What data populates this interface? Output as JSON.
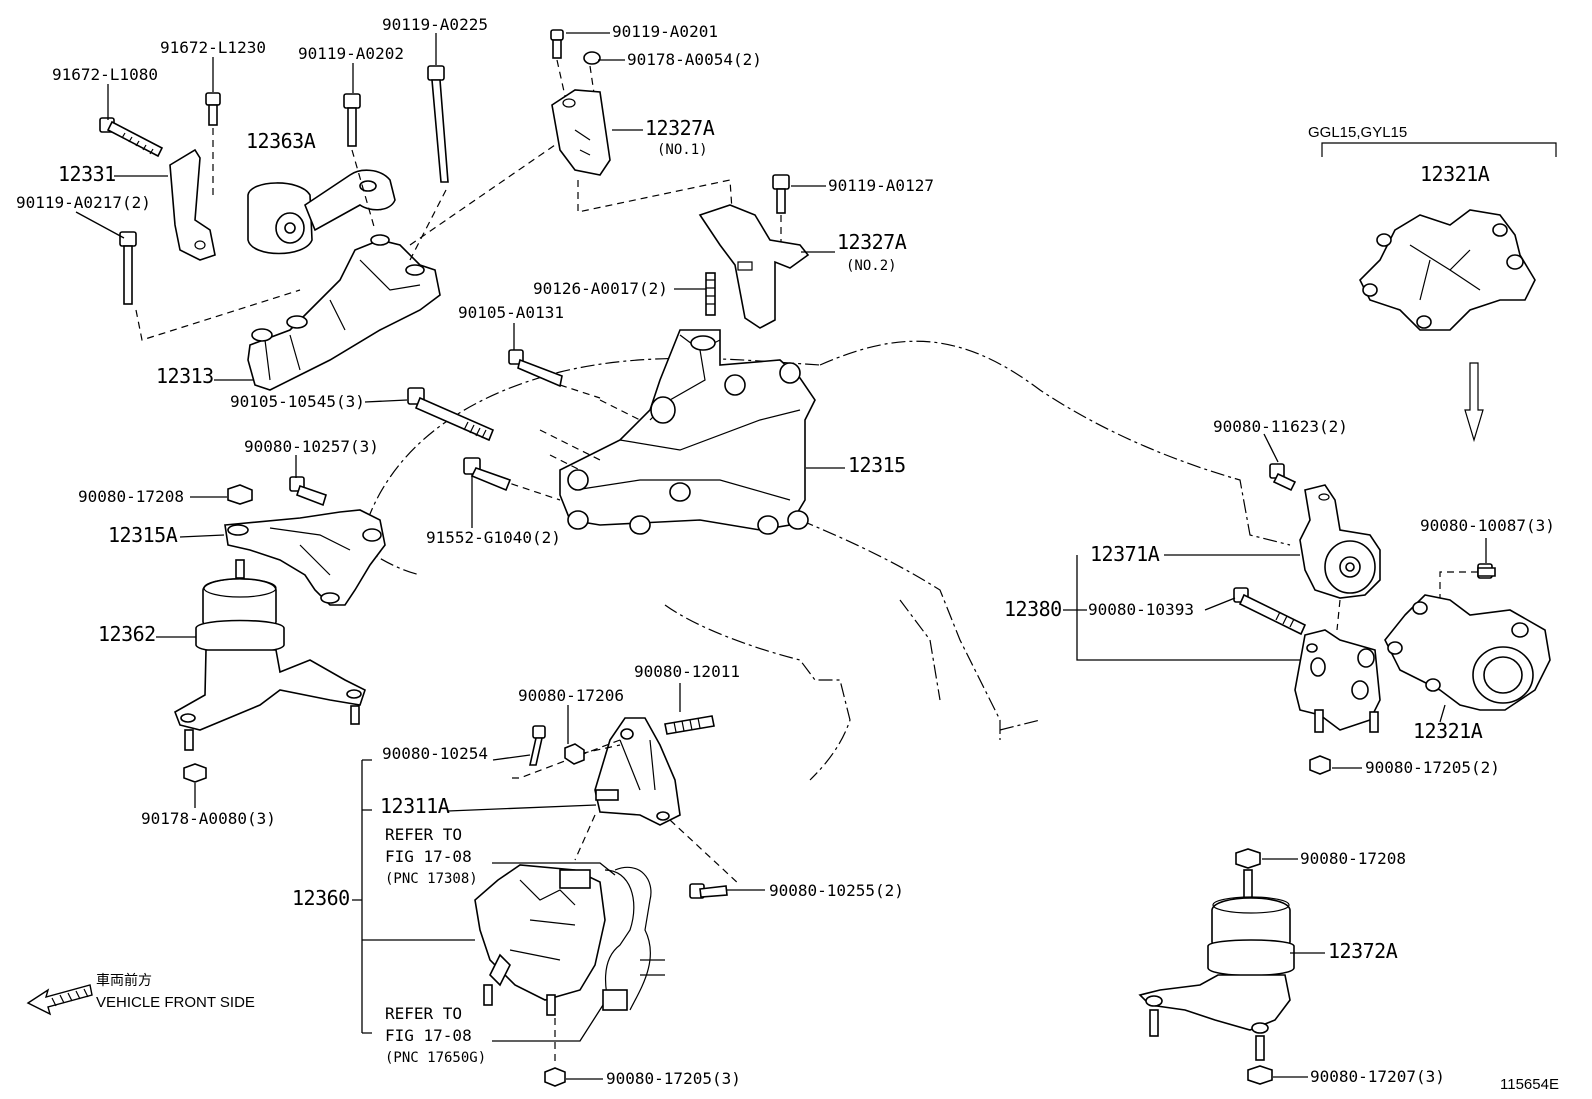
{
  "diagram": {
    "id_code": "115654E",
    "variant": "GGL15,GYL15",
    "front_side_jp": "車両前方",
    "front_side_en": "VEHICLE FRONT SIDE",
    "labels": {
      "p91672_L1080": "91672-L1080",
      "p91672_L1230": "91672-L1230",
      "p90119_A0202": "90119-A0202",
      "p90119_A0225": "90119-A0225",
      "p90119_A0201": "90119-A0201",
      "p90178_A0054": "90178-A0054(2)",
      "p12327A_1": "12327A",
      "p12327A_1_sub": "(NO.1)",
      "p12331": "12331",
      "p12363A": "12363A",
      "p90119_A0217": "90119-A0217(2)",
      "p90119_A0127": "90119-A0127",
      "p12327A_2": "12327A",
      "p12327A_2_sub": "(NO.2)",
      "p90126_A0017": "90126-A0017(2)",
      "p90105_A0131": "90105-A0131",
      "p12313": "12313",
      "p90105_10545": "90105-10545(3)",
      "p90080_10257": "90080-10257(3)",
      "p12315": "12315",
      "p90080_17208_a": "90080-17208",
      "p12315A": "12315A",
      "p91552_G1040": "91552-G1040(2)",
      "p12362": "12362",
      "p90178_A0080": "90178-A0080(3)",
      "p90080_12011": "90080-12011",
      "p90080_17206": "90080-17206",
      "p90080_10254": "90080-10254",
      "p12311A": "12311A",
      "p_refer1": "REFER TO",
      "p_fig1": "FIG 17-08",
      "p_pnc1": "(PNC 17308)",
      "p12360": "12360",
      "p90080_10255": "90080-10255(2)",
      "p_refer2": "REFER TO",
      "p_fig2": "FIG 17-08",
      "p_pnc2": "(PNC 17650G)",
      "p90080_17205_3": "90080-17205(3)",
      "p12321A_top": "12321A",
      "p90080_11623": "90080-11623(2)",
      "p90080_10087": "90080-10087(3)",
      "p12371A": "12371A",
      "p12380": "12380",
      "p90080_10393": "90080-10393",
      "p12321A_bot": "12321A",
      "p90080_17205_2": "90080-17205(2)",
      "p90080_17208_b": "90080-17208",
      "p12372A": "12372A",
      "p90080_17207": "90080-17207(3)"
    }
  }
}
